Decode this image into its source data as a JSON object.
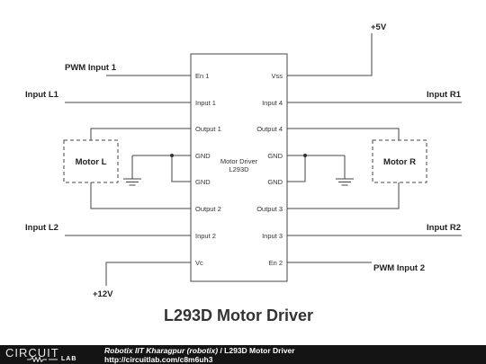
{
  "chip": {
    "name_line1": "Motor Driver",
    "name_line2": "L293D",
    "left_pins": [
      "En 1",
      "Input 1",
      "Output 1",
      "GND",
      "GND",
      "Output 2",
      "Input 2",
      "Vc"
    ],
    "right_pins": [
      "Vss",
      "Input 4",
      "Output 4",
      "GND",
      "GND",
      "Output 3",
      "Input 3",
      "En 2"
    ]
  },
  "labels": {
    "pwm1": "PWM Input 1",
    "input_l1": "Input L1",
    "input_l2": "Input L2",
    "plus12": "+12V",
    "plus5": "+5V",
    "input_r1": "Input R1",
    "input_r2": "Input R2",
    "pwm2": "PWM Input 2"
  },
  "motors": {
    "left": "Motor L",
    "right": "Motor R"
  },
  "title": "L293D Motor Driver",
  "footer": {
    "logo_top": "CIRCUIT",
    "logo_bottom": "LAB",
    "author": "Robotix IIT Kharagpur (robotix)",
    "separator": " / ",
    "project": "L293D Motor Driver",
    "url": "http://circuitlab.com/c8m6uh3"
  }
}
